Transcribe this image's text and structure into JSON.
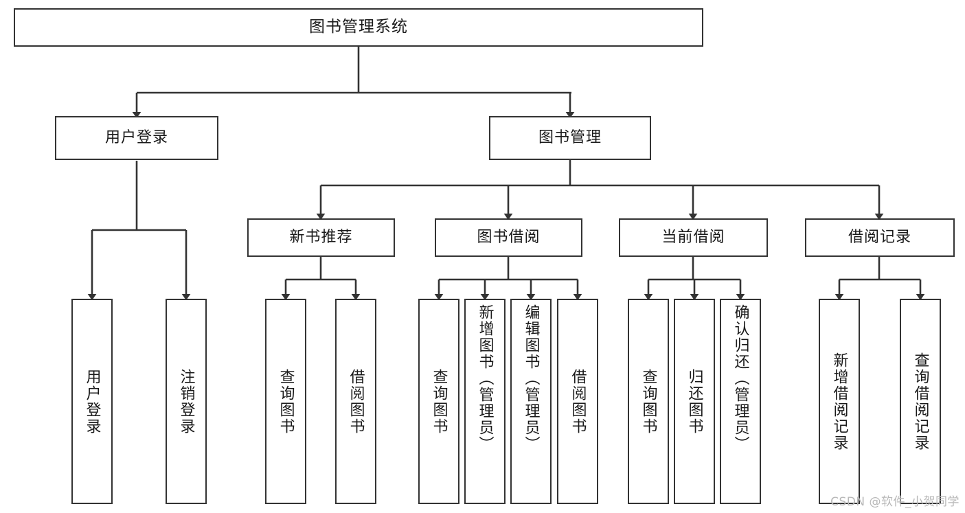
{
  "diagram": {
    "type": "tree",
    "title": "图书管理系统",
    "watermark": "CSDN @软件_小贺同学",
    "colors": {
      "stroke": "#333333",
      "fill": "#ffffff",
      "text": "#1a1a1a",
      "watermark": "#b8b8b8"
    },
    "nodes": {
      "root": {
        "label": "图书管理系统",
        "level": 0
      },
      "user_login": {
        "label": "用户登录",
        "level": 1
      },
      "book_mgmt": {
        "label": "图书管理",
        "level": 1
      },
      "new_book_rec": {
        "label": "新书推荐",
        "level": 2
      },
      "book_borrow": {
        "label": "图书借阅",
        "level": 2
      },
      "current_borrow": {
        "label": "当前借阅",
        "level": 2
      },
      "borrow_record": {
        "label": "借阅记录",
        "level": 2
      },
      "leaf_user_login": {
        "label": "用户登录",
        "level": 3
      },
      "leaf_logout": {
        "label": "注销登录",
        "level": 3
      },
      "leaf_query_book_1": {
        "label": "查询图书",
        "level": 3
      },
      "leaf_borrow_book_1": {
        "label": "借阅图书",
        "level": 3
      },
      "leaf_query_book_2": {
        "label": "查询图书",
        "level": 3
      },
      "leaf_add_book": {
        "label": "新增图书（管理员）",
        "level": 3
      },
      "leaf_edit_book": {
        "label": "编辑图书（管理员）",
        "level": 3
      },
      "leaf_borrow_book_2": {
        "label": "借阅图书",
        "level": 3
      },
      "leaf_query_book_3": {
        "label": "查询图书",
        "level": 3
      },
      "leaf_return_book": {
        "label": "归还图书",
        "level": 3
      },
      "leaf_confirm_return": {
        "label": "确认归还（管理员）",
        "level": 3
      },
      "leaf_add_record": {
        "label": "新增借阅记录",
        "level": 3
      },
      "leaf_query_record": {
        "label": "查询借阅记录",
        "level": 3
      }
    },
    "edges": [
      {
        "from": "root",
        "to": "user_login"
      },
      {
        "from": "root",
        "to": "book_mgmt"
      },
      {
        "from": "book_mgmt",
        "to": "new_book_rec"
      },
      {
        "from": "book_mgmt",
        "to": "book_borrow"
      },
      {
        "from": "book_mgmt",
        "to": "current_borrow"
      },
      {
        "from": "book_mgmt",
        "to": "borrow_record"
      },
      {
        "from": "user_login",
        "to": "leaf_user_login"
      },
      {
        "from": "user_login",
        "to": "leaf_logout"
      },
      {
        "from": "new_book_rec",
        "to": "leaf_query_book_1"
      },
      {
        "from": "new_book_rec",
        "to": "leaf_borrow_book_1"
      },
      {
        "from": "book_borrow",
        "to": "leaf_query_book_2"
      },
      {
        "from": "book_borrow",
        "to": "leaf_add_book"
      },
      {
        "from": "book_borrow",
        "to": "leaf_edit_book"
      },
      {
        "from": "book_borrow",
        "to": "leaf_borrow_book_2"
      },
      {
        "from": "current_borrow",
        "to": "leaf_query_book_3"
      },
      {
        "from": "current_borrow",
        "to": "leaf_return_book"
      },
      {
        "from": "current_borrow",
        "to": "leaf_confirm_return"
      },
      {
        "from": "borrow_record",
        "to": "leaf_add_record"
      },
      {
        "from": "borrow_record",
        "to": "leaf_query_record"
      }
    ]
  }
}
